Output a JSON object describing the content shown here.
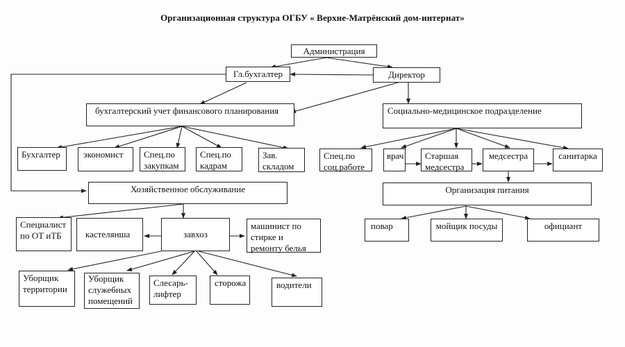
{
  "title": "Организационная структура ОГБУ « Верхне-Матрёнский дом-интернат»",
  "nodes": {
    "administration": "Администрация",
    "chief_accountant": "Гл.бухгалтер",
    "director": "Директор",
    "accounting_planning": "бухгалтерский учет финансового планирования",
    "social_medical": "Социально-медицинское подразделение",
    "accountant": "Бухгалтер",
    "economist": "экономист",
    "procurement_specialist": "Спец.по закупкам",
    "hr_specialist": "Спец.по кадрам",
    "warehouse_head": "Зав. складом",
    "social_work_specialist": "Спец.по соц.работе",
    "doctor": "врач",
    "head_nurse": "Старшая медсестра",
    "nurse": "медсестра",
    "orderly": "санитарка",
    "catering": "Организация питания",
    "cook": "повар",
    "dishwasher": "мойщик посуды",
    "waiter": "официант",
    "maintenance": "Хозяйственное обслуживание",
    "safety_specialist": "Специалист по ОТ иТБ",
    "linen_keeper": "кастелянша",
    "supply_manager": "завхоз",
    "laundry_operator": "машинист по стирке и ремонту белья",
    "territory_cleaner": "Уборщик территории",
    "office_cleaner": "Уборщик служебных помещений",
    "lift_mechanic": "Слесарь-лифтер",
    "guards": "сторожа",
    "drivers": "водители"
  }
}
